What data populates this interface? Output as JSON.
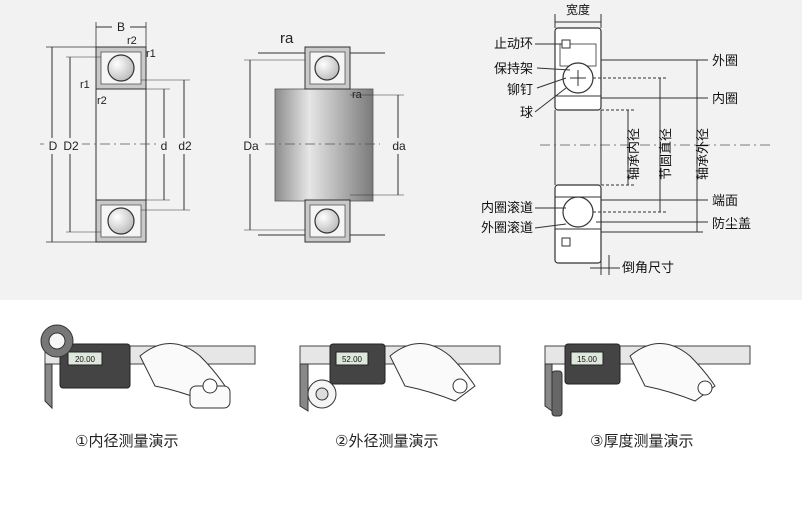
{
  "diagram1": {
    "label_b": "B",
    "label_r2_top": "r2",
    "label_r1_top": "r1",
    "label_r1_inner": "r1",
    "label_r2_inner": "r2",
    "label_D": "D",
    "label_D2": "D2",
    "label_d": "d",
    "label_d2": "d2"
  },
  "diagram2": {
    "label_ra_top": "ra",
    "label_ra_inner": "ra",
    "label_Da": "Da",
    "label_da": "da"
  },
  "diagram3": {
    "width": "宽度",
    "stop_ring": "止动环",
    "cage": "保持架",
    "rivet": "铆钉",
    "ball": "球",
    "outer_ring": "外圈",
    "inner_ring": "内圈",
    "bore_dia": "轴承内径",
    "pitch_dia": "节圆直径",
    "outer_dia": "轴承外径",
    "inner_raceway": "内圈滚道",
    "outer_raceway": "外圈滚道",
    "end_face": "端面",
    "dust_cover": "防尘盖",
    "chamfer": "倒角尺寸"
  },
  "demos": [
    {
      "caption": "①内径测量演示",
      "reading": "20.00"
    },
    {
      "caption": "②外径测量演示",
      "reading": "52.00"
    },
    {
      "caption": "③厚度测量演示",
      "reading": "15.00"
    }
  ]
}
